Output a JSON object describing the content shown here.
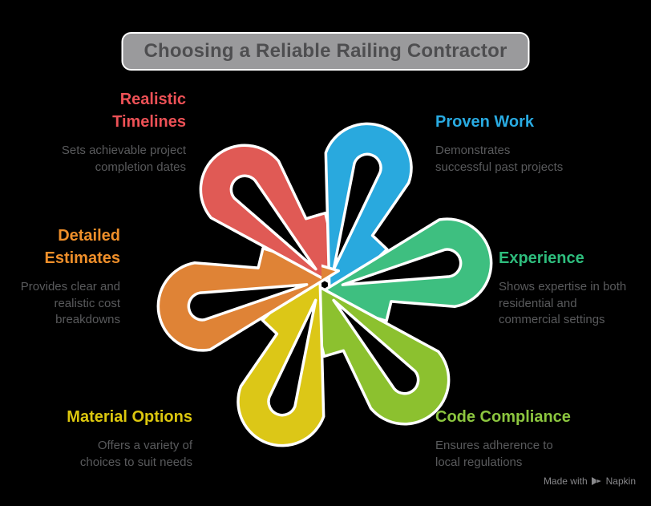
{
  "title": {
    "text": "Choosing a Reliable Railing Contractor"
  },
  "topics": [
    {
      "name": "realistic-timelines",
      "label": "Realistic\nTimelines",
      "description": "Sets achievable project\ncompletion dates",
      "color": "#ED5156"
    },
    {
      "name": "proven-work",
      "label": "Proven Work",
      "description": "Demonstrates\nsuccessful past projects",
      "color": "#29ABE2"
    },
    {
      "name": "experience",
      "label": "Experience",
      "description": "Shows expertise in both\nresidential and\ncommercial settings",
      "color": "#2EBD7D"
    },
    {
      "name": "code-compliance",
      "label": "Code Compliance",
      "description": "Ensures adherence to\nlocal regulations",
      "color": "#8CC63F"
    },
    {
      "name": "material-options",
      "label": "Material Options",
      "description": "Offers a variety of\nchoices to suit needs",
      "color": "#DCC70E"
    },
    {
      "name": "detailed-estimates",
      "label": "Detailed\nEstimates",
      "description": "Provides clear and\nrealistic cost\nbreakdowns",
      "color": "#EF8F2A"
    }
  ],
  "knot": {
    "outline_color": "#ffffff",
    "loops": [
      {
        "name": "red-loop",
        "color": "#E05A55"
      },
      {
        "name": "blue-loop",
        "color": "#29A9DE"
      },
      {
        "name": "green-loop",
        "color": "#3EBF80"
      },
      {
        "name": "olive-loop",
        "color": "#8CC12F"
      },
      {
        "name": "yellow-loop",
        "color": "#DCC717"
      },
      {
        "name": "orange-loop",
        "color": "#DF8336"
      }
    ]
  },
  "credit": {
    "prefix": "Made with",
    "brand": "Napkin"
  }
}
